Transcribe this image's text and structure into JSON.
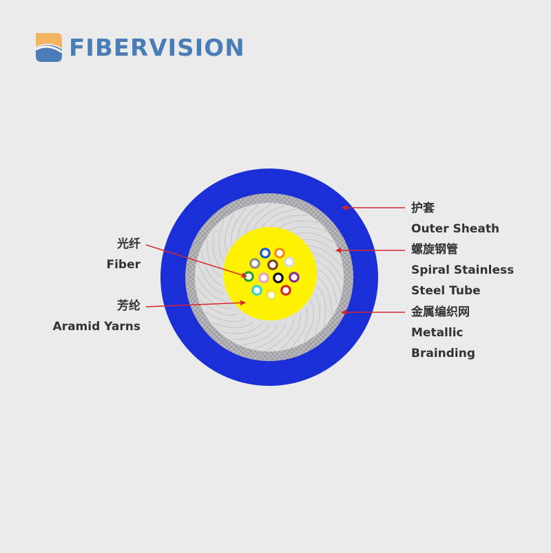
{
  "logo": {
    "text": "FIBERVISION"
  },
  "colors": {
    "background": "#ecebeb",
    "outer_sheath": "#1a2fd6",
    "braid": "#b9b9bd",
    "steel_tube": "#dededf",
    "aramid": "#fff200",
    "arrow": "#d8262c",
    "logo_blue": "#4a7db5",
    "logo_orange": "#f3b561"
  },
  "labels": {
    "sheath_cn": "护套",
    "sheath_en": "Outer Sheath",
    "spiral_cn": "螺旋钢管",
    "spiral_en_1": "Spiral Stainless",
    "spiral_en_2": "Steel Tube",
    "braid_cn": "金属编织网",
    "braid_en_1": "Metallic",
    "braid_en_2": "Brainding",
    "fiber_cn": "光纤",
    "fiber_en": "Fiber",
    "aramid_cn": "芳纶",
    "aramid_en": "Aramid Yarns"
  },
  "fiber_colors": [
    "#1a56d8",
    "#f08a1f",
    "#2e9b3a",
    "#7a3d1f",
    "#8a8a8a",
    "#ffffff",
    "#d8262c",
    "#111111",
    "#f2e43a",
    "#8a2b8f",
    "#e6a0c4",
    "#35d0d8"
  ]
}
